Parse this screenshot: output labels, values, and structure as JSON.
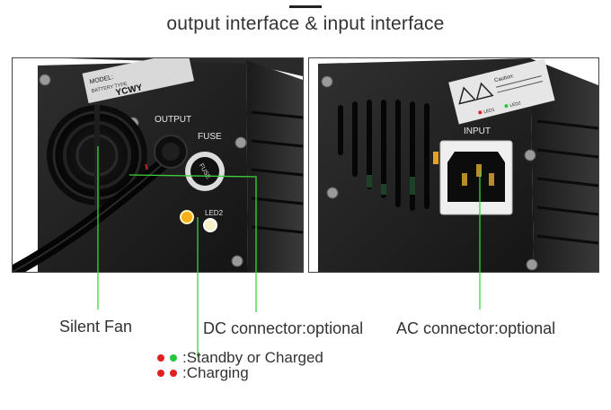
{
  "title": "output interface & input interface",
  "left_panel": {
    "logo": "YCWY",
    "model_label": "MODEL:",
    "battery_label": "BATTERY TYPE",
    "output_label": "OUTPUT",
    "fuse_label": "FUSE",
    "fuse_cap_label": "FUSE",
    "led2_label": "LED2"
  },
  "right_panel": {
    "input_label": "INPUT",
    "caution_label": "Caution:",
    "led1_label": "LED1",
    "led2_label": "LED2"
  },
  "captions": {
    "silent_fan": "Silent Fan",
    "dc_connector": "DC connector:optional",
    "ac_connector": "AC connector:optional"
  },
  "legend": [
    {
      "text": ":Standby or Charged",
      "dot1": "#e02020",
      "dot2": "#22c93a"
    },
    {
      "text": ":Charging",
      "dot1": "#e02020",
      "dot2": "#e02020"
    }
  ],
  "colors": {
    "leader_line": "#3fd23f"
  }
}
